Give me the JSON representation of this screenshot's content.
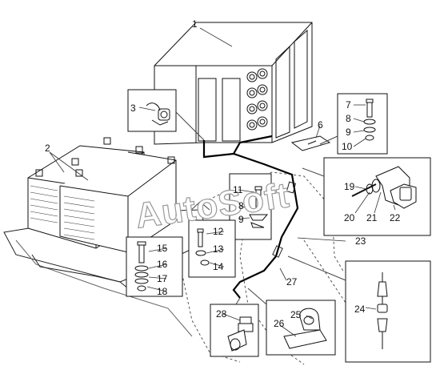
{
  "watermark": "AutoSoft",
  "labels": {
    "l1": "1",
    "l2": "2",
    "l3": "3",
    "l6": "6",
    "l7": "7",
    "l8a": "8",
    "l9a": "9",
    "l10": "10",
    "l11": "11",
    "l8b": "8",
    "l9b": "9",
    "l12": "12",
    "l13": "13",
    "l14": "14",
    "l15": "15",
    "l16": "16",
    "l17": "17",
    "l18": "18",
    "l19": "19",
    "l20": "20",
    "l21": "21",
    "l22": "22",
    "l23": "23",
    "l24": "24",
    "l25": "25",
    "l26": "26",
    "l27": "27",
    "l28": "28"
  },
  "colors": {
    "line": "#111111",
    "thin": "#555555",
    "watermark_stroke": "#9a9a9a"
  }
}
